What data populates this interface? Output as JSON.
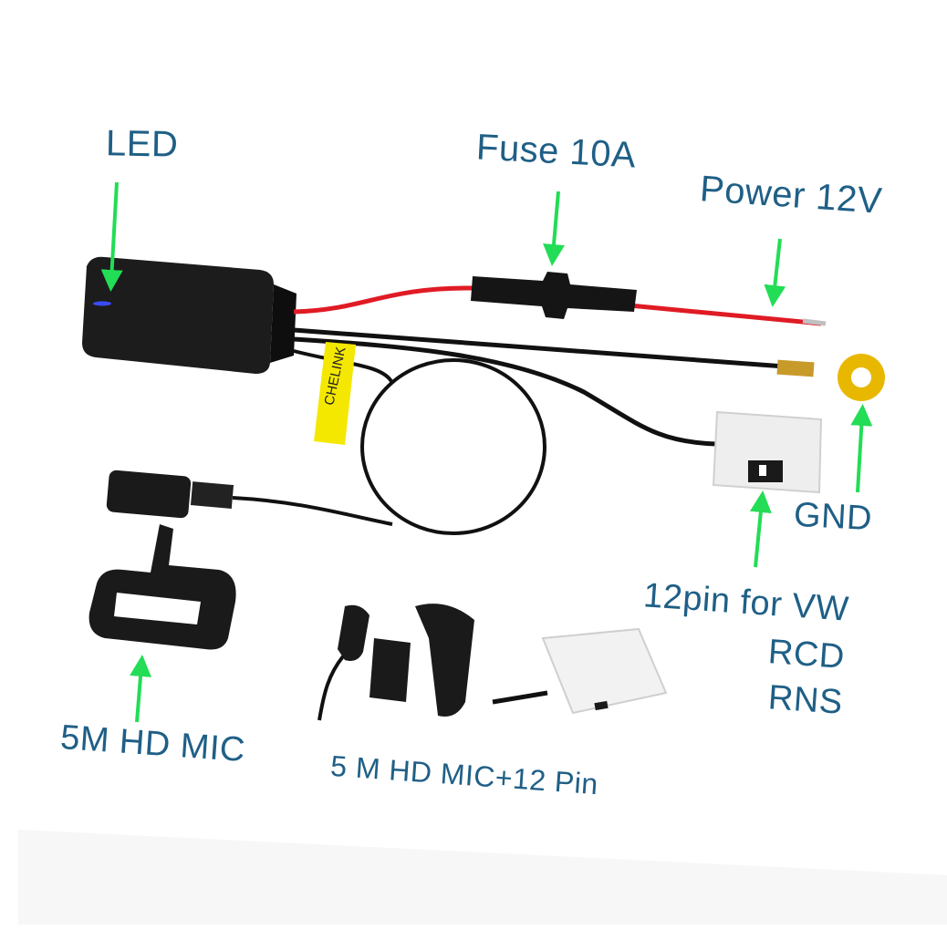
{
  "labels": {
    "led": "LED",
    "fuse": "Fuse 10A",
    "power": "Power 12V",
    "gnd": "GND",
    "pin12_line1": "12pin for VW",
    "pin12_line2": "RCD",
    "pin12_line3": "RNS",
    "mic": "5M HD MIC",
    "mic_pin": "5 M HD MIC+12 Pin"
  },
  "brand_tag": "CHELINK",
  "colors": {
    "label_text": "#1f5f86",
    "arrow": "#22dd55",
    "power_wire": "#e01b24",
    "cable": "#111111",
    "tag": "#f4e800",
    "ring_terminal": "#e8b800",
    "led": "#3a4cff",
    "connector": "#f2f2f2"
  }
}
